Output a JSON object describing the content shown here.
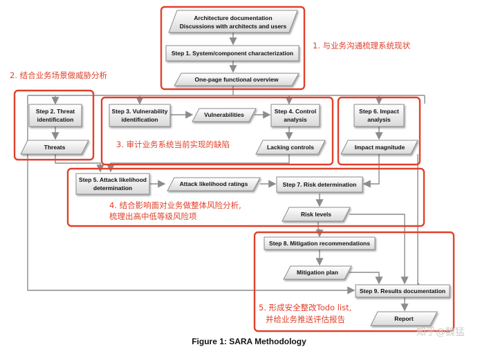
{
  "caption": "Figure 1: SARA Methodology",
  "watermark": "知乎@魏猛",
  "notes": {
    "n1": "1. 与业务沟通梳理系统现状",
    "n2": "2. 结合业务场景做威胁分析",
    "n3": "3. 审计业务系统当前实现的缺陷",
    "n4_line1": "4. 结合影响面对业务做整体风险分析,",
    "n4_line2": "梳理出高中低等级风险项",
    "n5_line1": "5. 形成安全整改Todo list,",
    "n5_line2": "并给业务推送评估报告"
  },
  "nodes": {
    "arch_doc_line1": "Architecture documentation",
    "arch_doc_line2": "Discussions with architects and users",
    "step1": "Step 1. System/component characterization",
    "overview": "One-page functional overview",
    "step2_line1": "Step 2. Threat",
    "step2_line2": "identification",
    "threats": "Threats",
    "step3_line1": "Step 3. Vulnerability",
    "step3_line2": "identification",
    "vulnerabilities": "Vulnerabilities",
    "step4_line1": "Step 4. Control",
    "step4_line2": "analysis",
    "lacking_controls": "Lacking controls",
    "step6_line1": "Step 6. Impact",
    "step6_line2": "analysis",
    "impact_magnitude": "Impact magnitude",
    "step5_line1": "Step 5. Attack likelihood",
    "step5_line2": "determination",
    "attack_ratings": "Attack likelihood ratings",
    "step7": "Step 7. Risk determination",
    "risk_levels": "Risk levels",
    "step8": "Step 8. Mitigation recommendations",
    "mitigation_plan": "Mitigation plan",
    "step9": "Step 9. Results documentation",
    "report": "Report"
  },
  "colors": {
    "highlight": "#e0402a",
    "note_text": "#e0402a",
    "connector": "#8c8c8c",
    "node_border": "#8a8a8a"
  }
}
